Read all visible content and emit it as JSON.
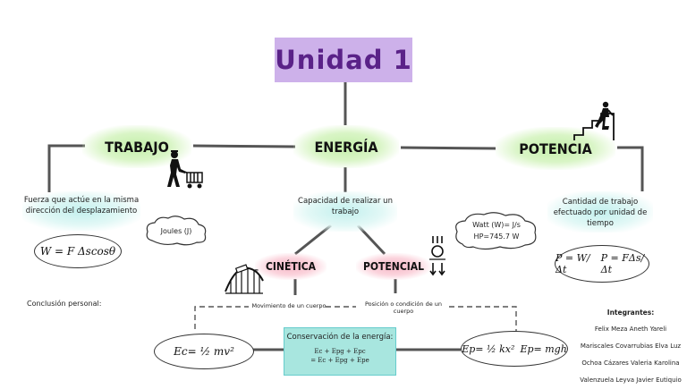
{
  "title": "Unidad 1",
  "nodes": {
    "trabajo": "TRABAJO",
    "energia": "ENERGÍA",
    "potencia": "POTENCIA",
    "cinetica": "CINÉTICA",
    "potencial": "POTENCIAL"
  },
  "descriptions": {
    "trabajo": "Fuerza que actúe en la misma dirección del desplazamiento",
    "energia": "Capacidad de realizar un trabajo",
    "potencia": "Cantidad de trabajo efectuado por unidad de tiempo",
    "cinetica": "Movimiento de un cuerpo",
    "potencial": "Posición o condición de un cuerpo"
  },
  "formulas": {
    "trabajo": "W = F Δscosθ",
    "potencia_1": "P = W/Δt",
    "potencia_2": "P = FΔs/Δt",
    "cinetica": "Ec= ½ mv²",
    "potencial_1": "Ep= ½ kx²",
    "potencial_2": "Ep= mgh"
  },
  "clouds": {
    "joules": "Joules (J)",
    "watt": "Watt (W)= J/s",
    "hp": "HP=745.7 W"
  },
  "conservation": {
    "title": "Conservación de la energía:",
    "line1": "Ec + Epg + Epc",
    "line2": "= Ec + Epg + Epe"
  },
  "conclusion_label": "Conclusión personal:",
  "team": {
    "heading": "Integrantes:",
    "members": [
      "Felix Meza Aneth Yareli",
      "Mariscales Covarrubias Elva Luz",
      "Ochoa Cázares Valeria Karolina",
      "Valenzuela Leyva Javier Eutiquio"
    ]
  },
  "icons": [
    "worker-cart-icon",
    "stairs-climber-icon",
    "roller-coaster-icon",
    "falling-ball-icon"
  ]
}
